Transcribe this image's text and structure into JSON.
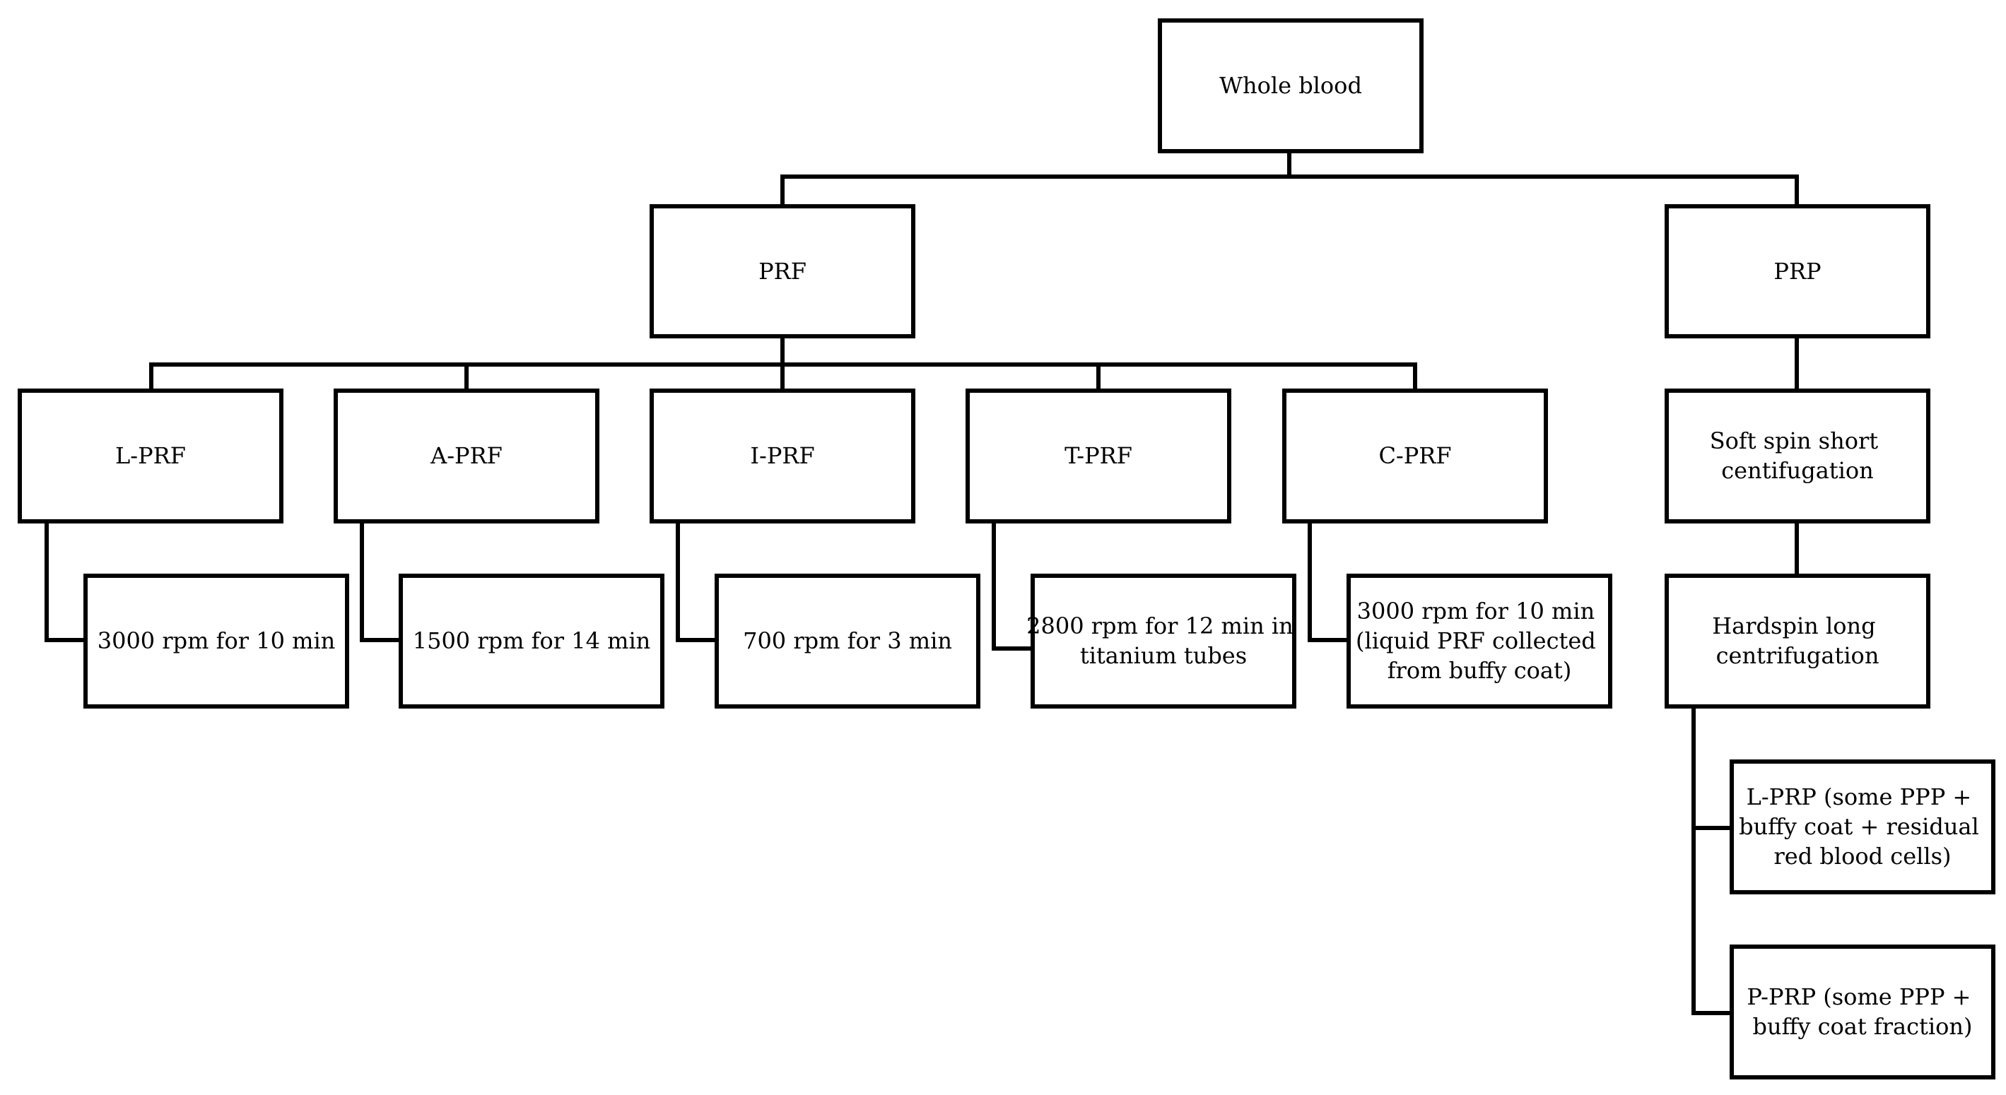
{
  "nodes": {
    "whole_blood": [
      "Whole blood"
    ],
    "prf": [
      "PRF"
    ],
    "prp": [
      "PRP"
    ],
    "l_prf": [
      "L-PRF"
    ],
    "a_prf": [
      "A-PRF"
    ],
    "i_prf": [
      "I-PRF"
    ],
    "t_prf": [
      "T-PRF"
    ],
    "c_prf": [
      "C-PRF"
    ],
    "l_prf_protocol": [
      "3000 rpm for 10 min"
    ],
    "a_prf_protocol": [
      "1500 rpm for 14 min"
    ],
    "i_prf_protocol": [
      "700 rpm for 3 min"
    ],
    "t_prf_protocol": [
      "2800 rpm for 12 min in",
      "titanium tubes"
    ],
    "c_prf_protocol": [
      "3000 rpm for 10 min",
      "(liquid PRF collected",
      "from buffy coat)"
    ],
    "soft_spin": [
      "Soft spin short",
      "centifugation"
    ],
    "hard_spin": [
      "Hardspin long",
      "centrifugation"
    ],
    "l_prp": [
      "L-PRP (some PPP +",
      "buffy coat + residual",
      "red blood cells)"
    ],
    "p_prp": [
      "P-PRP (some PPP +",
      "buffy coat fraction)"
    ]
  }
}
